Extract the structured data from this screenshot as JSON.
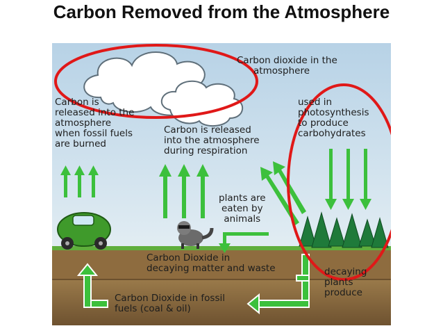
{
  "title": "Carbon Removed from the Atmosphere",
  "labels": {
    "atmosphere": [
      "Carbon dioxide in the",
      "atmosphere"
    ],
    "fossil_release": [
      "Carbon is",
      "released into the",
      "atmosphere",
      "when fossil fuels",
      "are burned"
    ],
    "respiration": [
      "Carbon is released",
      "into the atmosphere",
      "during respiration"
    ],
    "photosynthesis": [
      "used in",
      "photosynthesis",
      "to produce",
      "carbohydrates"
    ],
    "eaten": [
      "plants are",
      "eaten by",
      "animals"
    ],
    "decaying_matter": [
      "Carbon Dioxide in",
      "decaying matter and waste"
    ],
    "fossil_fuels": [
      "Carbon Dioxide in fossil",
      "fuels (coal & oil)"
    ],
    "decaying_plants": [
      "decaying",
      "plants",
      "produce"
    ]
  },
  "colors": {
    "sky": "#c7dbea",
    "soil": "#8a6a3d",
    "arrow": "#3cc03c",
    "highlight": "#e01818",
    "tree": "#1f7a3a"
  }
}
